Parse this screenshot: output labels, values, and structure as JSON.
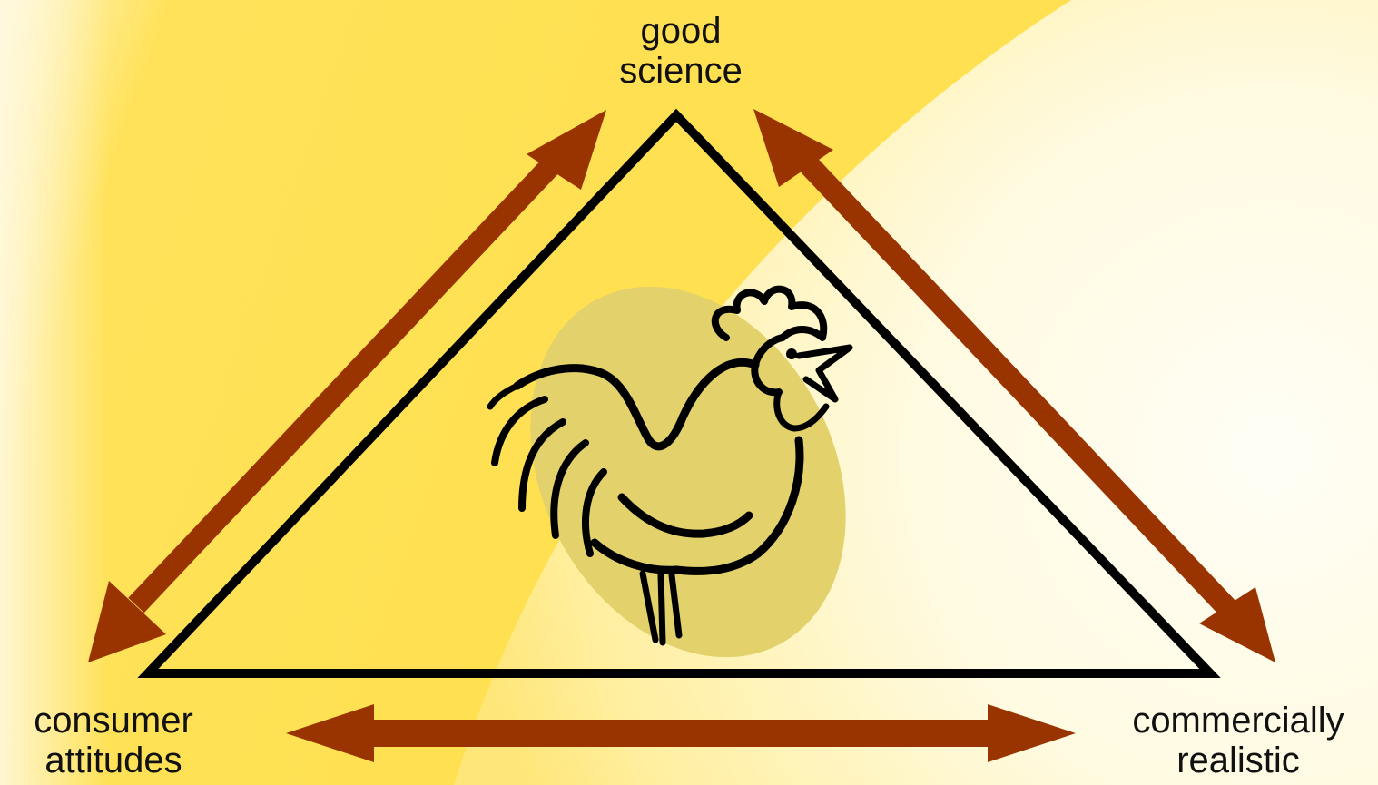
{
  "diagram": {
    "nodes": {
      "top": {
        "line1": "good",
        "line2": "science"
      },
      "left": {
        "line1": "consumer",
        "line2": "attitudes"
      },
      "right": {
        "line1": "commercially",
        "line2": "realistic"
      }
    },
    "colors": {
      "arrow": "#993300",
      "triangle_stroke": "#000000",
      "background_main": "#FFE050",
      "background_light": "#FFFCEA",
      "ellipse": "#E3D26C"
    },
    "icons": [
      "rooster-icon"
    ]
  }
}
